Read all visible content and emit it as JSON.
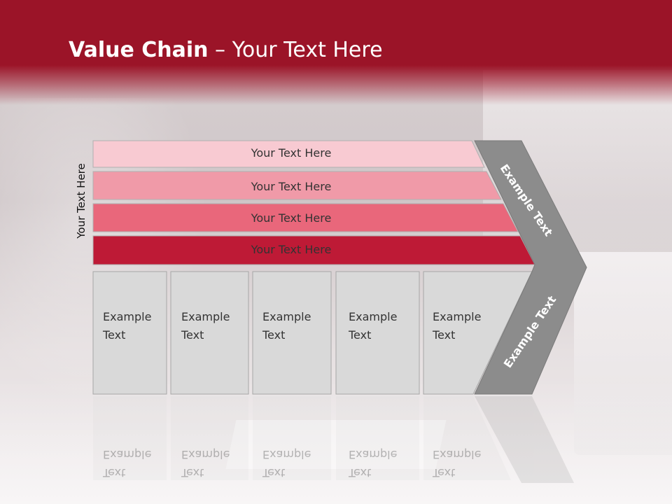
{
  "slide": {
    "title_bold": "Value Chain",
    "title_rest": " – Your Text Here",
    "side_label": "Your Text Here"
  },
  "bands": [
    {
      "label": "Your Text Here",
      "color": "#f8cad2"
    },
    {
      "label": "Your Text Here",
      "color": "#f09aa8"
    },
    {
      "label": "Your Text Here",
      "color": "#e9677b"
    },
    {
      "label": "Your Text Here",
      "color": "#be1a36"
    }
  ],
  "boxes": [
    {
      "line1": "Example",
      "line2": "Text"
    },
    {
      "line1": "Example",
      "line2": "Text"
    },
    {
      "line1": "Example",
      "line2": "Text"
    },
    {
      "line1": "Example",
      "line2": "Text"
    },
    {
      "line1": "Example",
      "line2": "Text"
    }
  ],
  "chevron": {
    "top_label": "Example Text",
    "bottom_label": "Example Text",
    "color": "#8c8c8c"
  },
  "colors": {
    "header": "#9b1428",
    "box_fill": "#d9d9d9",
    "box_border": "#a6a6a6"
  }
}
